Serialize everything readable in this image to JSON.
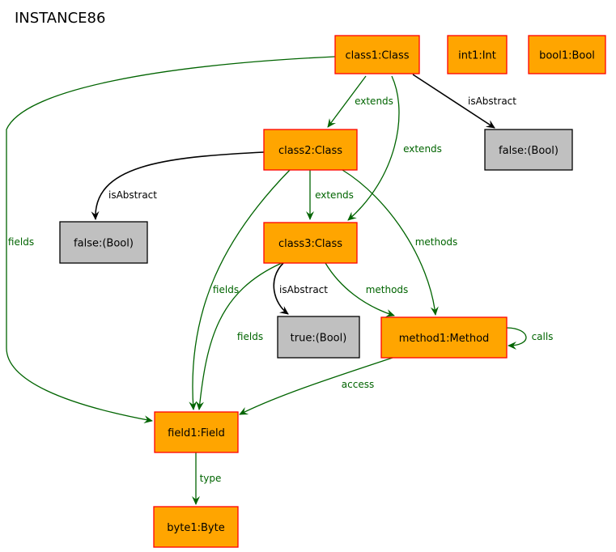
{
  "title": "INSTANCE86",
  "colors": {
    "object_fill": "#ffa500",
    "object_stroke": "#ff0000",
    "value_fill": "#c0c0c0",
    "value_stroke": "#000000",
    "ref_edge": "#006400",
    "attr_edge": "#000000"
  },
  "nodes": [
    {
      "id": "class1",
      "label": "class1:Class",
      "kind": "object"
    },
    {
      "id": "int1",
      "label": "int1:Int",
      "kind": "object"
    },
    {
      "id": "bool1",
      "label": "bool1:Bool",
      "kind": "object"
    },
    {
      "id": "false1",
      "label": "false:(Bool)",
      "kind": "value"
    },
    {
      "id": "class2",
      "label": "class2:Class",
      "kind": "object"
    },
    {
      "id": "false2",
      "label": "false:(Bool)",
      "kind": "value"
    },
    {
      "id": "class3",
      "label": "class3:Class",
      "kind": "object"
    },
    {
      "id": "true1",
      "label": "true:(Bool)",
      "kind": "value"
    },
    {
      "id": "method1",
      "label": "method1:Method",
      "kind": "object"
    },
    {
      "id": "field1",
      "label": "field1:Field",
      "kind": "object"
    },
    {
      "id": "byte1",
      "label": "byte1:Byte",
      "kind": "object"
    }
  ],
  "edges": [
    {
      "id": "e1",
      "from": "class1",
      "to": "class2",
      "label": "extends",
      "kind": "ref"
    },
    {
      "id": "e2",
      "from": "class1",
      "to": "class3",
      "label": "extends",
      "kind": "ref"
    },
    {
      "id": "e3",
      "from": "class1",
      "to": "false1",
      "label": "isAbstract",
      "kind": "attr"
    },
    {
      "id": "e4",
      "from": "class1",
      "to": "field1",
      "label": "fields",
      "kind": "ref"
    },
    {
      "id": "e5",
      "from": "class2",
      "to": "false2",
      "label": "isAbstract",
      "kind": "attr"
    },
    {
      "id": "e6",
      "from": "class2",
      "to": "class3",
      "label": "extends",
      "kind": "ref"
    },
    {
      "id": "e7",
      "from": "class2",
      "to": "method1",
      "label": "methods",
      "kind": "ref"
    },
    {
      "id": "e8",
      "from": "class2",
      "to": "field1",
      "label": "fields",
      "kind": "ref"
    },
    {
      "id": "e9",
      "from": "class3",
      "to": "true1",
      "label": "isAbstract",
      "kind": "attr"
    },
    {
      "id": "e10",
      "from": "class3",
      "to": "method1",
      "label": "methods",
      "kind": "ref"
    },
    {
      "id": "e11",
      "from": "class3",
      "to": "field1",
      "label": "fields",
      "kind": "ref"
    },
    {
      "id": "e12",
      "from": "method1",
      "to": "method1",
      "label": "calls",
      "kind": "ref"
    },
    {
      "id": "e13",
      "from": "method1",
      "to": "field1",
      "label": "access",
      "kind": "ref"
    },
    {
      "id": "e14",
      "from": "field1",
      "to": "byte1",
      "label": "type",
      "kind": "ref"
    }
  ]
}
